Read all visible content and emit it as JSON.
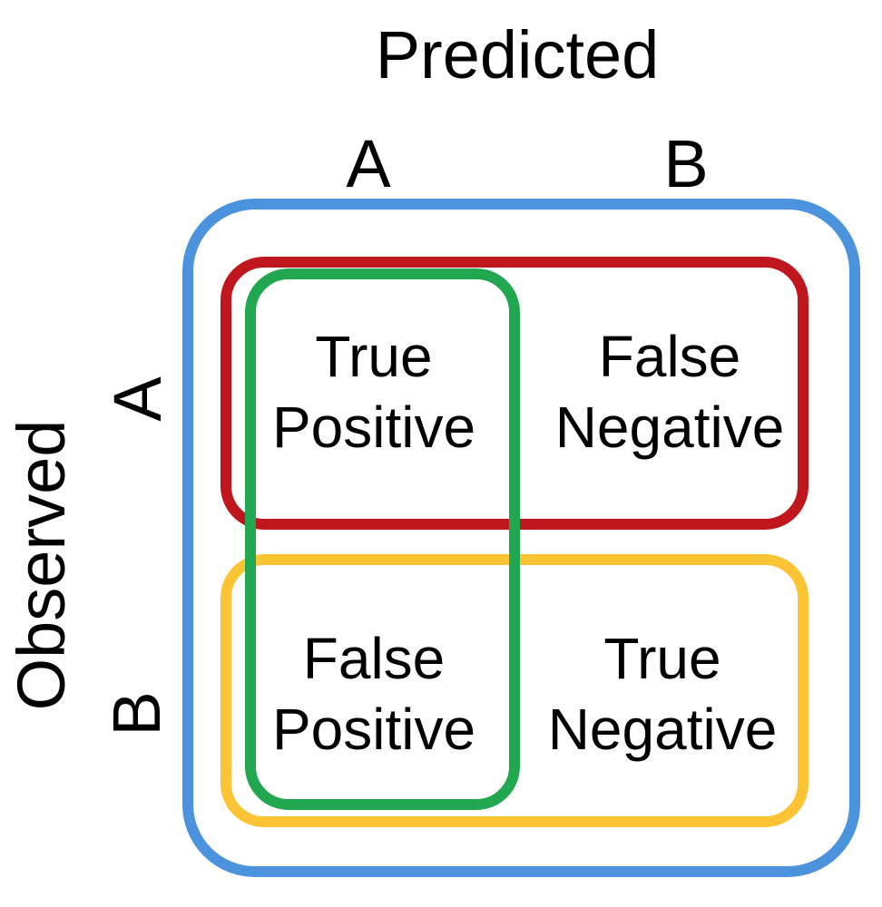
{
  "axes": {
    "predicted_title": "Predicted",
    "observed_title": "Observed",
    "predicted_categories": [
      "A",
      "B"
    ],
    "observed_categories": [
      "A",
      "B"
    ]
  },
  "matrix": {
    "cells": {
      "true_positive": {
        "line1": "True",
        "line2": "Positive"
      },
      "false_negative": {
        "line1": "False",
        "line2": "Negative"
      },
      "false_positive": {
        "line1": "False",
        "line2": "Positive"
      },
      "true_negative": {
        "line1": "True",
        "line2": "Negative"
      }
    }
  },
  "colors": {
    "outer_outline": "#4b93dd",
    "observed_a_outline": "#c0161d",
    "observed_b_outline": "#fcc335",
    "predicted_a_outline": "#21a74f",
    "text": "#000000",
    "background": "#ffffff"
  }
}
